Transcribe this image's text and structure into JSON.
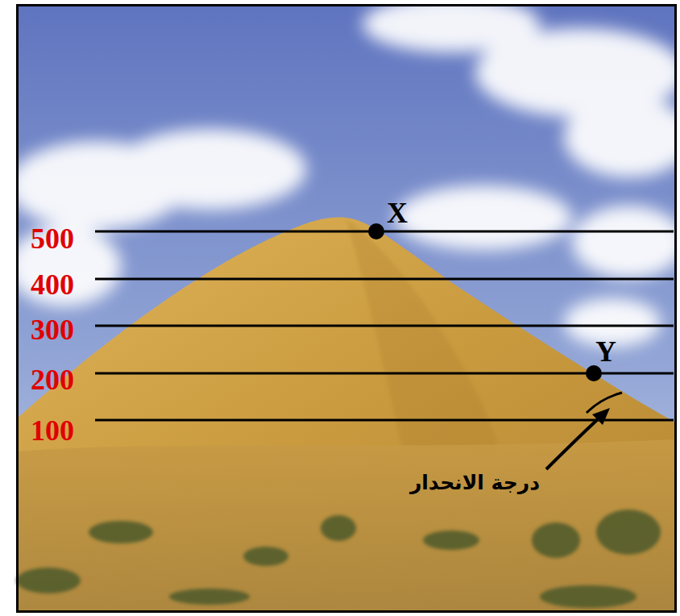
{
  "diagram": {
    "labels": [
      "500",
      "400",
      "300",
      "200",
      "100",
      "X",
      "Y",
      "درجة الانحدار"
    ]
  }
}
